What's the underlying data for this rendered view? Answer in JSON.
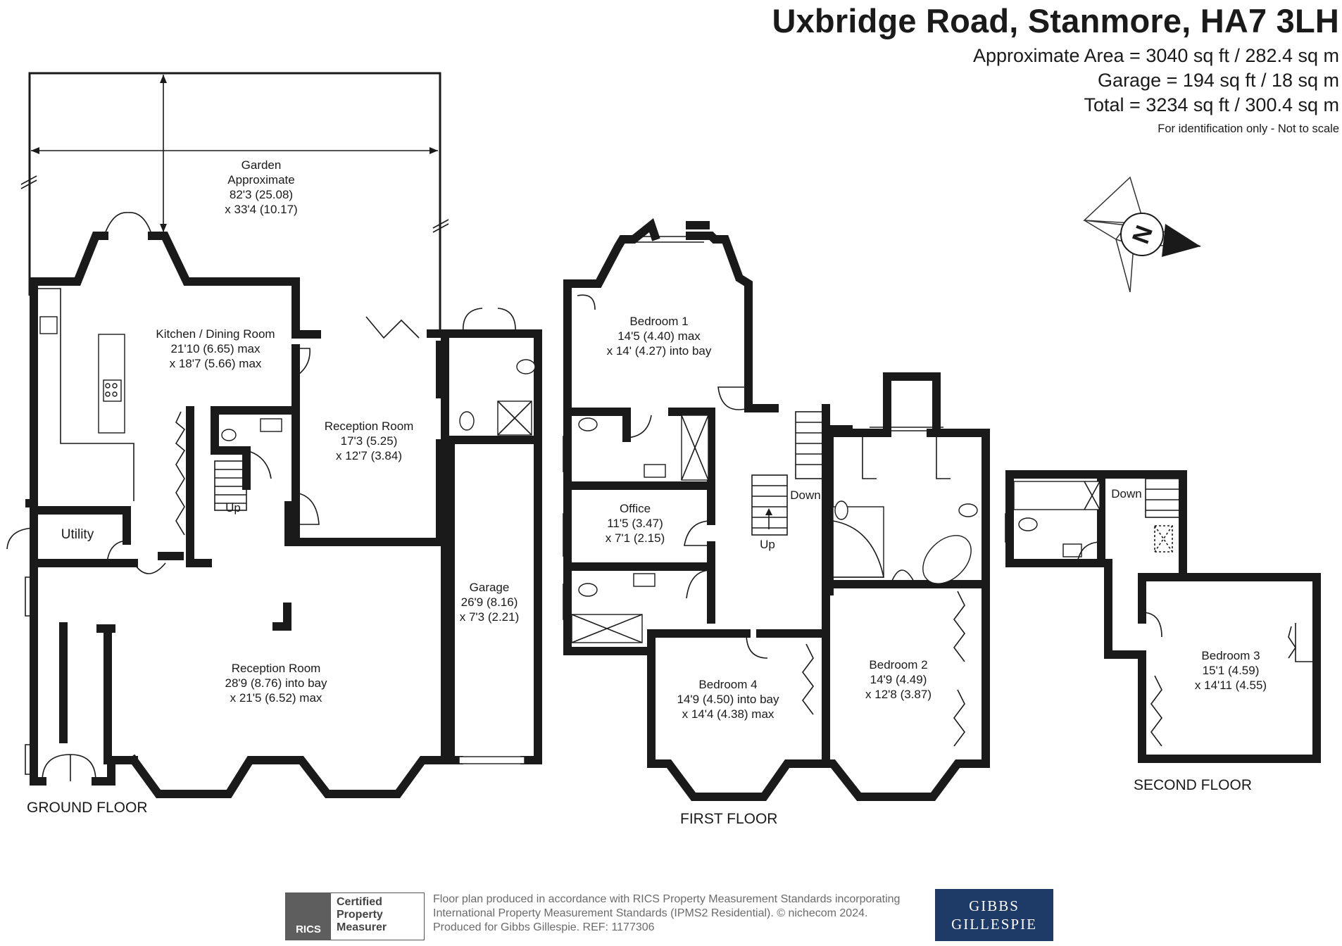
{
  "header": {
    "address": "Uxbridge Road, Stanmore, HA7 3LH",
    "area_approx": "Approximate Area = 3040 sq ft / 282.4 sq m",
    "area_garage": "Garage = 194 sq ft / 18 sq m",
    "area_total": "Total = 3234 sq ft / 300.4 sq m",
    "disclaimer": "For identification only - Not to scale"
  },
  "compass": {
    "icon": "compass-north-icon",
    "letter": "N"
  },
  "floors": {
    "ground": {
      "label": "GROUND FLOOR",
      "garden": {
        "name": "Garden",
        "line2": "Approximate",
        "dim1": "82'3 (25.08)",
        "dim2": "x 33'4 (10.17)"
      },
      "kitchen": {
        "name": "Kitchen / Dining Room",
        "dim1": "21'10 (6.65) max",
        "dim2": "x 18'7 (5.66) max"
      },
      "reception_rear": {
        "name": "Reception Room",
        "dim1": "17'3 (5.25)",
        "dim2": "x 12'7 (3.84)"
      },
      "reception_front": {
        "name": "Reception Room",
        "dim1": "28'9 (8.76) into bay",
        "dim2": "x 21'5 (6.52) max"
      },
      "utility": {
        "name": "Utility"
      },
      "garage": {
        "name": "Garage",
        "dim1": "26'9 (8.16)",
        "dim2": "x 7'3 (2.21)"
      },
      "stairs": "Up"
    },
    "first": {
      "label": "FIRST FLOOR",
      "bedroom1": {
        "name": "Bedroom 1",
        "dim1": "14'5 (4.40) max",
        "dim2": "x 14' (4.27) into bay"
      },
      "office": {
        "name": "Office",
        "dim1": "11'5 (3.47)",
        "dim2": "x 7'1 (2.15)"
      },
      "bedroom4": {
        "name": "Bedroom 4",
        "dim1": "14'9 (4.50) into bay",
        "dim2": "x 14'4 (4.38) max"
      },
      "bedroom2": {
        "name": "Bedroom 2",
        "dim1": "14'9 (4.49)",
        "dim2": "x 12'8 (3.87)"
      },
      "stairs_down": "Down",
      "stairs_up": "Up"
    },
    "second": {
      "label": "SECOND FLOOR",
      "bedroom3": {
        "name": "Bedroom 3",
        "dim1": "15'1 (4.59)",
        "dim2": "x 14'11 (4.55)"
      },
      "stairs_down": "Down"
    }
  },
  "footer": {
    "line1": "Floor plan produced in accordance with RICS Property Measurement Standards incorporating",
    "line2": "International Property Measurement Standards (IPMS2 Residential).  © nichecom 2024.",
    "line3": "Produced for Gibbs Gillespie.   REF: 1177306",
    "rics_badge": {
      "logo": "RICS",
      "line1": "Certified",
      "line2": "Property",
      "line3": "Measurer"
    },
    "agent_logo": {
      "line1": "GIBBS",
      "line2": "GILLESPIE",
      "color": "#1e3a66"
    }
  },
  "colors": {
    "wall": "#1a1a1a",
    "background": "#ffffff",
    "footer_text": "#6b6b6b"
  }
}
